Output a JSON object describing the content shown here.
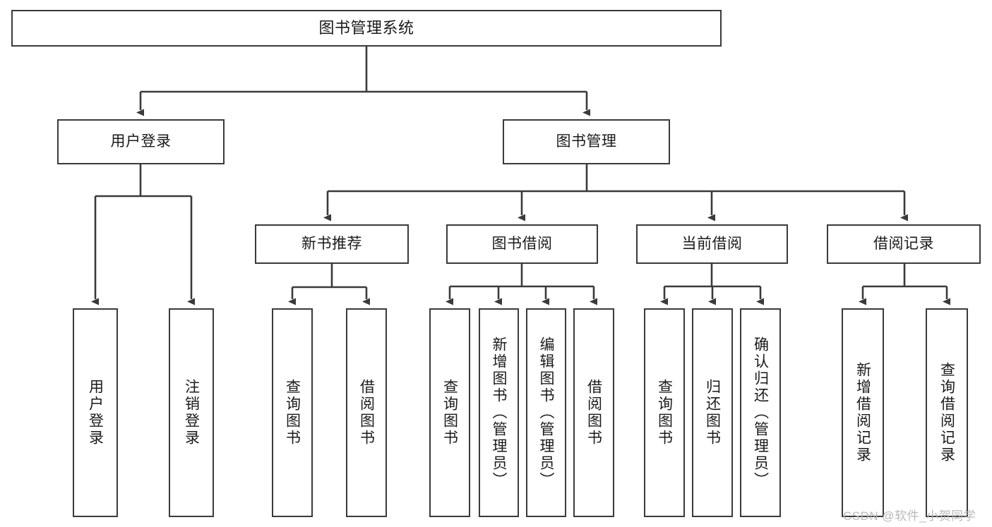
{
  "diagram": {
    "type": "tree-hierarchy",
    "title": "图书管理系统",
    "root": {
      "label": "图书管理系统"
    },
    "level2": [
      {
        "id": "user-login",
        "label": "用户登录"
      },
      {
        "id": "book-manage",
        "label": "图书管理"
      }
    ],
    "level3": [
      {
        "id": "new-book-recommend",
        "label": "新书推荐",
        "parent": "book-manage"
      },
      {
        "id": "book-borrow",
        "label": "图书借阅",
        "parent": "book-manage"
      },
      {
        "id": "current-borrow",
        "label": "当前借阅",
        "parent": "book-manage"
      },
      {
        "id": "borrow-record",
        "label": "借阅记录",
        "parent": "book-manage"
      }
    ],
    "leaves": [
      {
        "id": "leaf-user-login",
        "label": "用户登录",
        "parent": "user-login"
      },
      {
        "id": "leaf-logout-login",
        "label": "注销登录",
        "parent": "user-login"
      },
      {
        "id": "leaf-query-book-1",
        "label": "查询图书",
        "parent": "new-book-recommend"
      },
      {
        "id": "leaf-borrow-book-1",
        "label": "借阅图书",
        "parent": "new-book-recommend"
      },
      {
        "id": "leaf-query-book-2",
        "label": "查询图书",
        "parent": "book-borrow"
      },
      {
        "id": "leaf-add-book",
        "label": "新增图书（管理员）",
        "parent": "book-borrow"
      },
      {
        "id": "leaf-edit-book",
        "label": "编辑图书（管理员）",
        "parent": "book-borrow"
      },
      {
        "id": "leaf-borrow-book-2",
        "label": "借阅图书",
        "parent": "book-borrow"
      },
      {
        "id": "leaf-query-book-3",
        "label": "查询图书",
        "parent": "current-borrow"
      },
      {
        "id": "leaf-return-book",
        "label": "归还图书",
        "parent": "current-borrow"
      },
      {
        "id": "leaf-confirm-return",
        "label": "确认归还（管理员）",
        "parent": "current-borrow"
      },
      {
        "id": "leaf-add-record",
        "label": "新增借阅记录",
        "parent": "borrow-record"
      },
      {
        "id": "leaf-query-record",
        "label": "查询借阅记录",
        "parent": "borrow-record"
      }
    ],
    "colors": {
      "box_border": "#3a3a3a",
      "box_fill": "#ffffff",
      "connector": "#3a3a3a",
      "text": "#1a1a1a",
      "watermark": "#b9b9b9"
    }
  },
  "watermark": {
    "text": "CSDN @软件_小贺同学"
  }
}
